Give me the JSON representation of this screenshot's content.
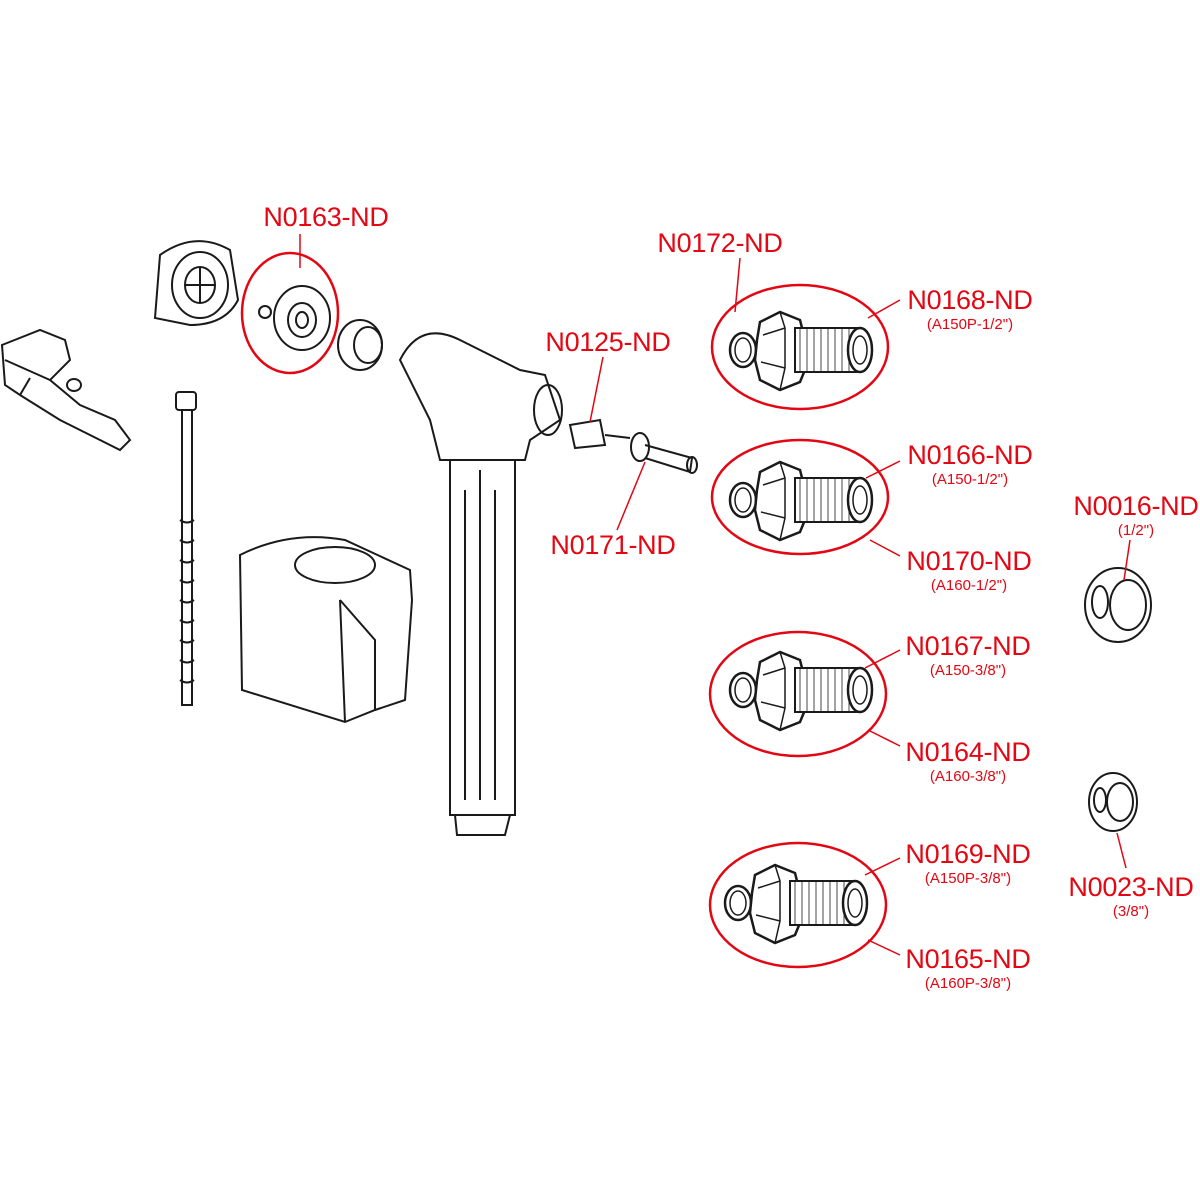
{
  "diagram": {
    "accent_color": "#e30613",
    "line_color": "#1a1a1a",
    "parts": [
      {
        "code": "N0163-ND"
      },
      {
        "code": "N0172-ND"
      },
      {
        "code": "N0168-ND",
        "sub": "(A150P-1/2\")"
      },
      {
        "code": "N0125-ND"
      },
      {
        "code": "N0166-ND",
        "sub": "(A150-1/2\")"
      },
      {
        "code": "N0016-ND",
        "sub": "(1/2\")"
      },
      {
        "code": "N0171-ND"
      },
      {
        "code": "N0170-ND",
        "sub": "(A160-1/2\")"
      },
      {
        "code": "N0167-ND",
        "sub": "(A150-3/8\")"
      },
      {
        "code": "N0164-ND",
        "sub": "(A160-3/8\")"
      },
      {
        "code": "N0169-ND",
        "sub": "(A150P-3/8\")"
      },
      {
        "code": "N0023-ND",
        "sub": "(3/8\")"
      },
      {
        "code": "N0165-ND",
        "sub": "(A160P-3/8\")"
      }
    ]
  }
}
